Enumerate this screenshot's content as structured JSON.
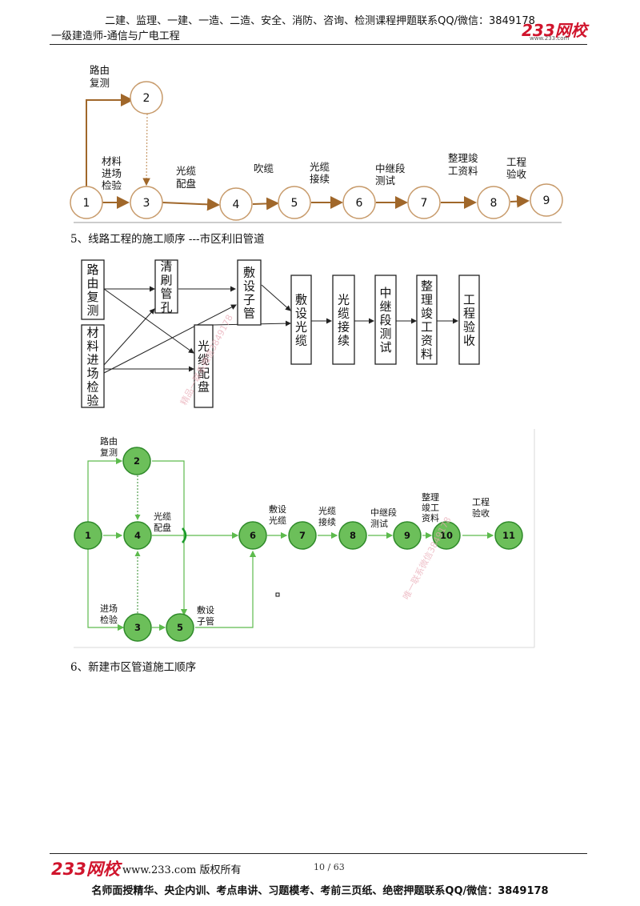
{
  "header": {
    "top_line": "二建、监理、一建、一造、二造、安全、消防、咨询、检测课程押题联系QQ/微信：3849178",
    "subtitle": "一级建造师-通信与广电工程",
    "logo": "233网校",
    "logo_sub": "www.233.com"
  },
  "diagram1": {
    "nodes": [
      "1",
      "2",
      "3",
      "4",
      "5",
      "6",
      "7",
      "8",
      "9"
    ],
    "labels": {
      "route_l1": "路由",
      "route_l2": "复测",
      "mat_l1": "材料",
      "mat_l2": "进场",
      "mat_l3": "检验",
      "cable_l1": "光缆",
      "cable_l2": "配盘",
      "blow": "吹缆",
      "splice_l1": "光缆",
      "splice_l2": "接续",
      "relay_l1": "中继段",
      "relay_l2": "测试",
      "doc_l1": "整理竣",
      "doc_l2": "工资料",
      "accept_l1": "工程",
      "accept_l2": "验收"
    }
  },
  "section5": "5、线路工程的施工顺序 ---市区利旧管道",
  "diagram2": {
    "boxes": {
      "route": "路由复测",
      "material": "材料进场检验",
      "clean": "清刷管孔",
      "subduct": "敷设子管",
      "cable_dist": "光缆配盘",
      "lay": "敷设光缆",
      "splice": "光缆接续",
      "relay": "中继段测试",
      "docs": "整理竣工资料",
      "accept": "工程验收"
    },
    "watermark": "精品一联系微信3849178"
  },
  "diagram3": {
    "nodes": [
      "1",
      "2",
      "3",
      "4",
      "5",
      "6",
      "7",
      "8",
      "9",
      "10",
      "11"
    ],
    "labels": {
      "route_l1": "路由",
      "route_l2": "复测",
      "cable_l1": "光缆",
      "cable_l2": "配盘",
      "enter_l1": "进场",
      "enter_l2": "检验",
      "sub_l1": "敷设",
      "sub_l2": "子管",
      "lay_l1": "敷设",
      "lay_l2": "光缆",
      "splice_l1": "光缆",
      "splice_l2": "接续",
      "relay_l1": "中继段",
      "relay_l2": "测试",
      "doc_l1": "整理",
      "doc_l2": "竣工",
      "doc_l3": "资料",
      "accept_l1": "工程",
      "accept_l2": "验收"
    },
    "watermark": "唯一联系微信3849178"
  },
  "section6": "6、新建市区管道施工顺序",
  "footer": {
    "logo": "233网校",
    "site": "www.233.com 版权所有",
    "page": "10 / 63",
    "bottom_line": "名师面授精华、央企内训、考点串讲、习题模考、考前三页纸、绝密押题联系QQ/微信：3849178"
  },
  "colors": {
    "diagram1_line": "#a0672a",
    "diagram1_node_border": "#c79a6a",
    "diagram3_node_fill": "#6cbf5a",
    "diagram3_node_border": "#2f8a2a",
    "diagram3_line": "#5dbb4d",
    "brand_red": "#d0142c"
  }
}
